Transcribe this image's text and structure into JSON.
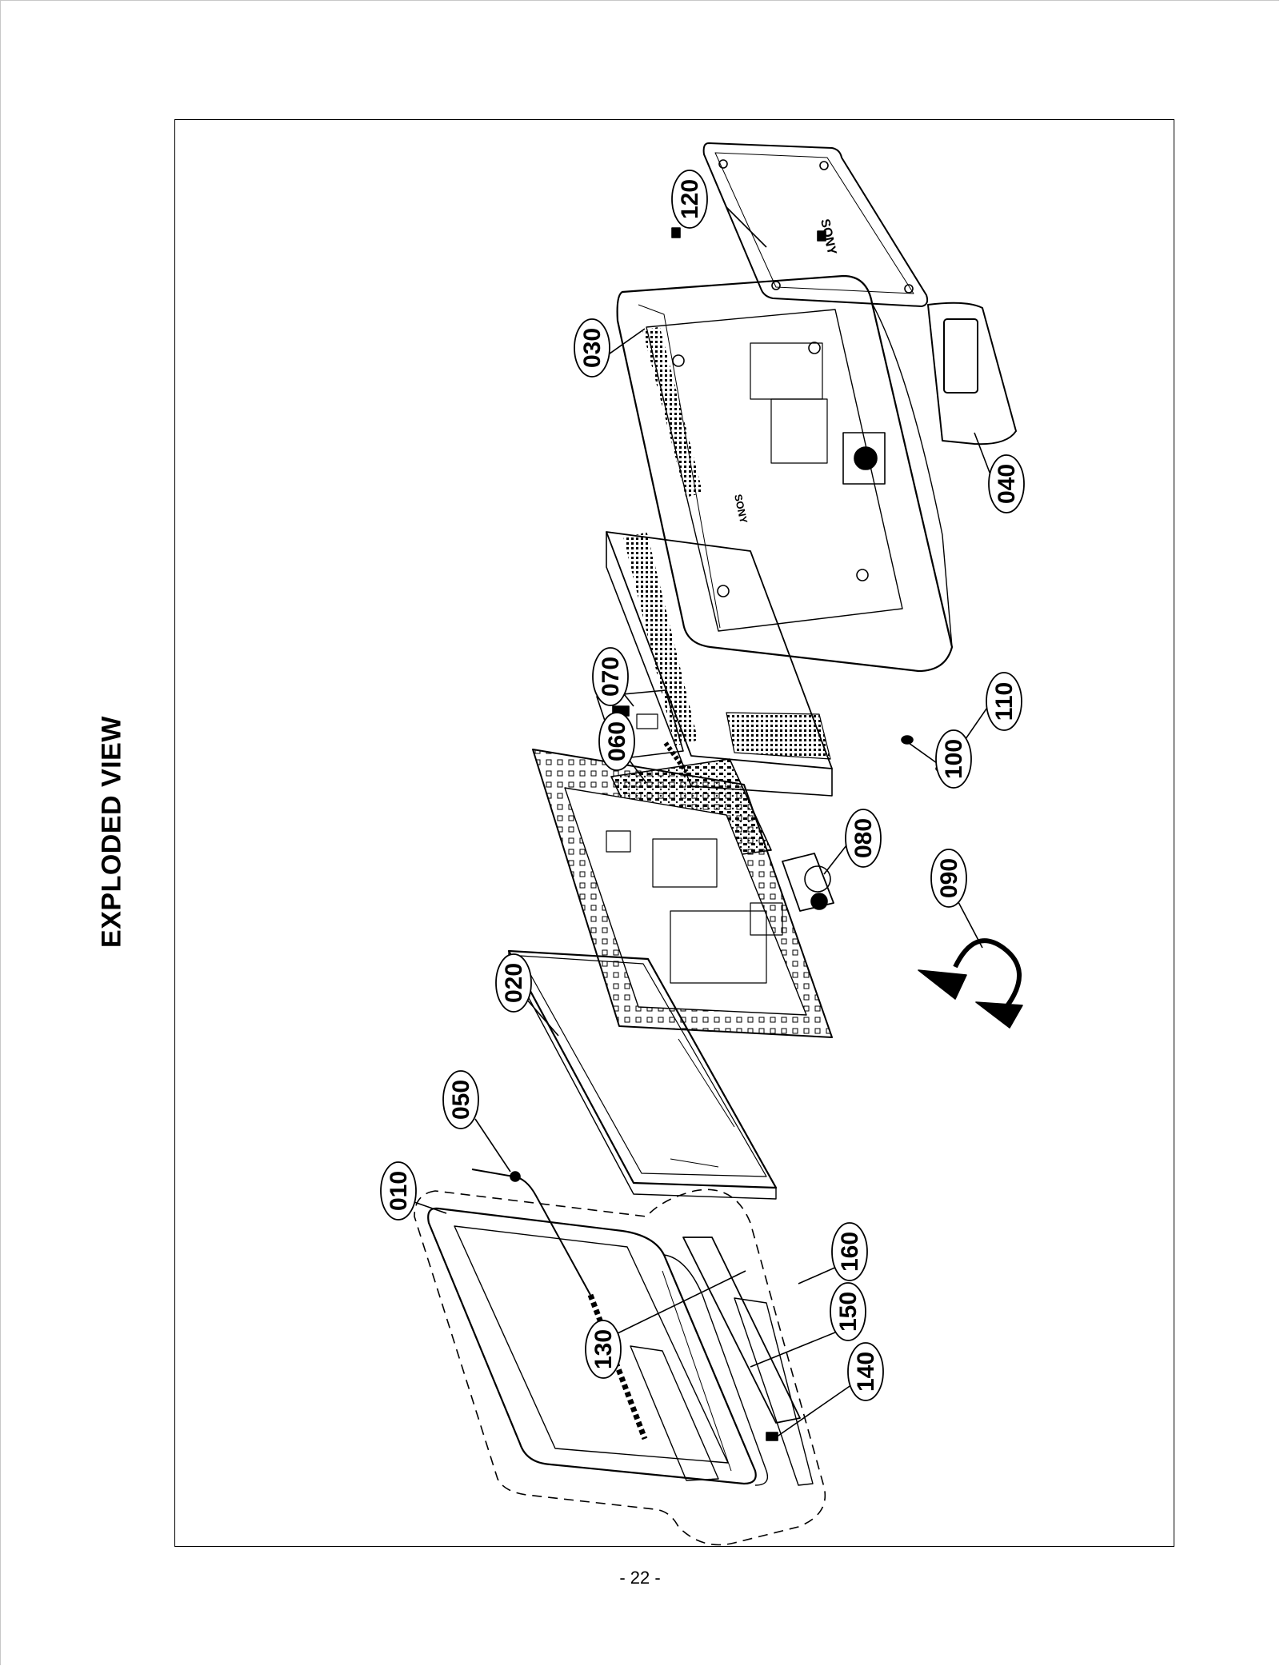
{
  "page": {
    "title": "EXPLODED VIEW",
    "page_number": "- 22 -"
  },
  "callouts": [
    {
      "id": "010",
      "label": "010"
    },
    {
      "id": "020",
      "label": "020"
    },
    {
      "id": "030",
      "label": "030"
    },
    {
      "id": "040",
      "label": "040"
    },
    {
      "id": "050",
      "label": "050"
    },
    {
      "id": "060",
      "label": "060"
    },
    {
      "id": "070",
      "label": "070"
    },
    {
      "id": "080",
      "label": "080"
    },
    {
      "id": "090",
      "label": "090"
    },
    {
      "id": "100",
      "label": "100"
    },
    {
      "id": "110",
      "label": "110"
    },
    {
      "id": "120",
      "label": "120"
    },
    {
      "id": "130",
      "label": "130"
    },
    {
      "id": "140",
      "label": "140"
    },
    {
      "id": "150",
      "label": "150"
    },
    {
      "id": "160",
      "label": "160"
    }
  ],
  "brand_marks": [
    "SONY",
    "SONY"
  ]
}
